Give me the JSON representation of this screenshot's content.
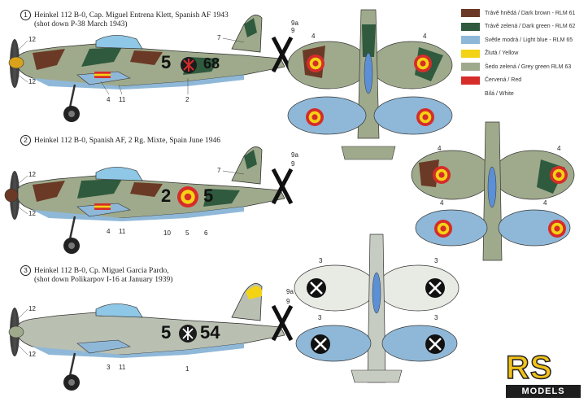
{
  "profiles": [
    {
      "number": "1",
      "line1": "Heinkel 112 B-0, Cap. Miguel Entrena Klett, Spanish AF 1943",
      "line2": "(shot down P-38 March 1943)",
      "code_left": "5",
      "code_right": "68"
    },
    {
      "number": "2",
      "line1": "Heinkel 112 B-0, Spanish AF, 2 Rg. Mixte, Spain June 1946",
      "line2": "",
      "code_left": "2",
      "code_right": "5"
    },
    {
      "number": "3",
      "line1": "Heinkel 112 B-0, Cp. Miguel Garcia Pardo,",
      "line2": "(shot down Polikarpov I-16 at January 1939)",
      "code_left": "5",
      "code_right": "54"
    }
  ],
  "callouts": {
    "p1": [
      "12",
      "12",
      "4",
      "11",
      "2",
      "7",
      "9a",
      "9"
    ],
    "p2": [
      "12",
      "12",
      "4",
      "11",
      "10",
      "5",
      "6",
      "7",
      "9a",
      "9"
    ],
    "p3": [
      "12",
      "12",
      "3",
      "11",
      "1",
      "9a",
      "9"
    ],
    "plan1": [
      "4",
      "4"
    ],
    "plan2": [
      "4",
      "4",
      "4",
      "4"
    ],
    "plan3": [
      "3",
      "3",
      "3",
      "3"
    ]
  },
  "legend": [
    {
      "label": "Trávě hnědá / Dark brown - RLM 61",
      "color": "#6b3a26"
    },
    {
      "label": "Trávě zelená / Dark green - RLM 62",
      "color": "#2f5a3e"
    },
    {
      "label": "Světle modrá / Light blue - RLM 65",
      "color": "#8fb8d8"
    },
    {
      "label": "Žlutá / Yellow",
      "color": "#f3d313"
    },
    {
      "label": "Šedo zelená / Grey green RLM 63",
      "color": "#9faa8c"
    },
    {
      "label": "Červená / Red",
      "color": "#d62c2a"
    },
    {
      "label": "Bílá / White",
      "color": "#ffffff"
    }
  ],
  "logo": {
    "main": "RS",
    "sub": "MODELS"
  }
}
